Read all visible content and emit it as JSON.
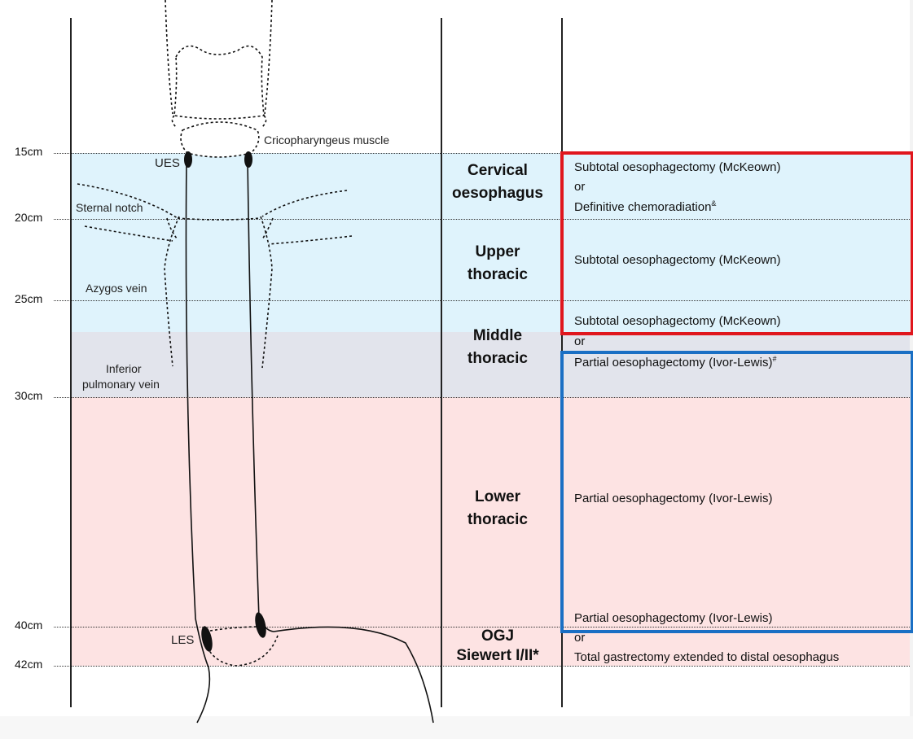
{
  "levels": {
    "l15": "15cm",
    "l20": "20cm",
    "l25": "25cm",
    "l30": "30cm",
    "l40": "40cm",
    "l42": "42cm"
  },
  "anatomy": {
    "cricopharyngeus": "Cricopharyngeus muscle",
    "ues": "UES",
    "sternal_notch": "Sternal notch",
    "azygos": "Azygos vein",
    "inferior_pv_line1": "Inferior",
    "inferior_pv_line2": "pulmonary vein",
    "les": "LES"
  },
  "regions": {
    "cervical": [
      "Cervical",
      "oesophagus"
    ],
    "upper": [
      "Upper",
      "thoracic"
    ],
    "middle": [
      "Middle",
      "thoracic"
    ],
    "lower": [
      "Lower",
      "thoracic"
    ],
    "ogj": [
      "OGJ",
      "Siewert I/II*"
    ]
  },
  "treatments": {
    "cervical_1": "Subtotal oesophagectomy (McKeown)",
    "cervical_or": "or",
    "cervical_2": "Definitive chemoradiation",
    "cervical_2_mark": "&",
    "upper_1": "Subtotal oesophagectomy (McKeown)",
    "middle_1": "Subtotal oesophagectomy (McKeown)",
    "middle_or": "or",
    "middle_2": "Partial oesophagectomy (Ivor-Lewis)",
    "middle_2_mark": "#",
    "lower_1": "Partial oesophagectomy (Ivor-Lewis)",
    "ogj_1": "Partial oesophagectomy (Ivor-Lewis)",
    "ogj_or": "or",
    "ogj_2": "Total gastrectomy extended to distal oesophagus"
  },
  "colors": {
    "band_blue": "#dff3fc",
    "band_grey": "#e2e4ec",
    "band_pink": "#fde3e3",
    "highlight_red": "#e0161d",
    "highlight_blue": "#1a6fc4"
  }
}
